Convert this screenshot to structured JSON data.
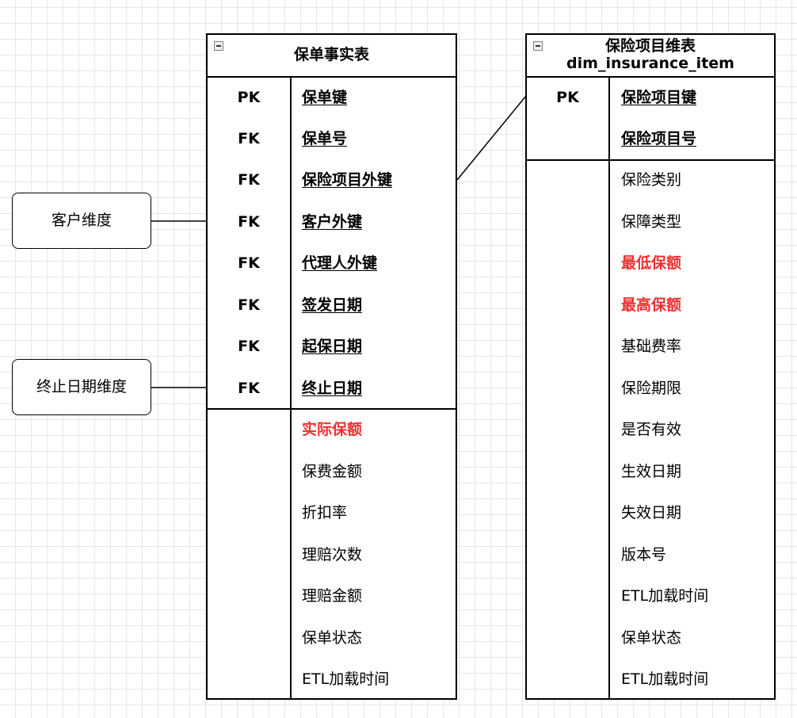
{
  "fact_table": {
    "title": "保单事实表",
    "key_rows": [
      {
        "key": "PK",
        "field": "保单键"
      },
      {
        "key": "FK",
        "field": "保单号"
      },
      {
        "key": "FK",
        "field": "保险项目外键"
      },
      {
        "key": "FK",
        "field": "客户外键"
      },
      {
        "key": "FK",
        "field": "代理人外键"
      },
      {
        "key": "FK",
        "field": "签发日期"
      },
      {
        "key": "FK",
        "field": "起保日期"
      },
      {
        "key": "FK",
        "field": "终止日期"
      }
    ],
    "attr_rows": [
      {
        "field": "实际保额",
        "highlight": true
      },
      {
        "field": "保费金额",
        "highlight": false
      },
      {
        "field": "折扣率",
        "highlight": false
      },
      {
        "field": "理赔次数",
        "highlight": false
      },
      {
        "field": "理赔金额",
        "highlight": false
      },
      {
        "field": "保单状态",
        "highlight": false
      },
      {
        "field": "ETL加载时间",
        "highlight": false
      }
    ]
  },
  "dim_table": {
    "title": "保险项目维表",
    "subtitle": "dim_insurance_item",
    "key_rows": [
      {
        "key": "PK",
        "field": "保险项目键"
      },
      {
        "key": "",
        "field": "保险项目号"
      }
    ],
    "attr_rows": [
      {
        "field": "保险类别",
        "highlight": false
      },
      {
        "field": "保障类型",
        "highlight": false
      },
      {
        "field": "最低保额",
        "highlight": true
      },
      {
        "field": "最高保额",
        "highlight": true
      },
      {
        "field": "基础费率",
        "highlight": false
      },
      {
        "field": "保险期限",
        "highlight": false
      },
      {
        "field": "是否有效",
        "highlight": false
      },
      {
        "field": "生效日期",
        "highlight": false
      },
      {
        "field": "失效日期",
        "highlight": false
      },
      {
        "field": "版本号",
        "highlight": false
      },
      {
        "field": "ETL加载时间",
        "highlight": false
      },
      {
        "field": "保单状态",
        "highlight": false
      },
      {
        "field": "ETL加载时间",
        "highlight": false
      }
    ]
  },
  "dimension_boxes": [
    {
      "label": "客户维度"
    },
    {
      "label": "终止日期维度"
    }
  ],
  "colors": {
    "highlight": "#f03030",
    "border": "#000000",
    "grid": "#e6e6e6"
  }
}
